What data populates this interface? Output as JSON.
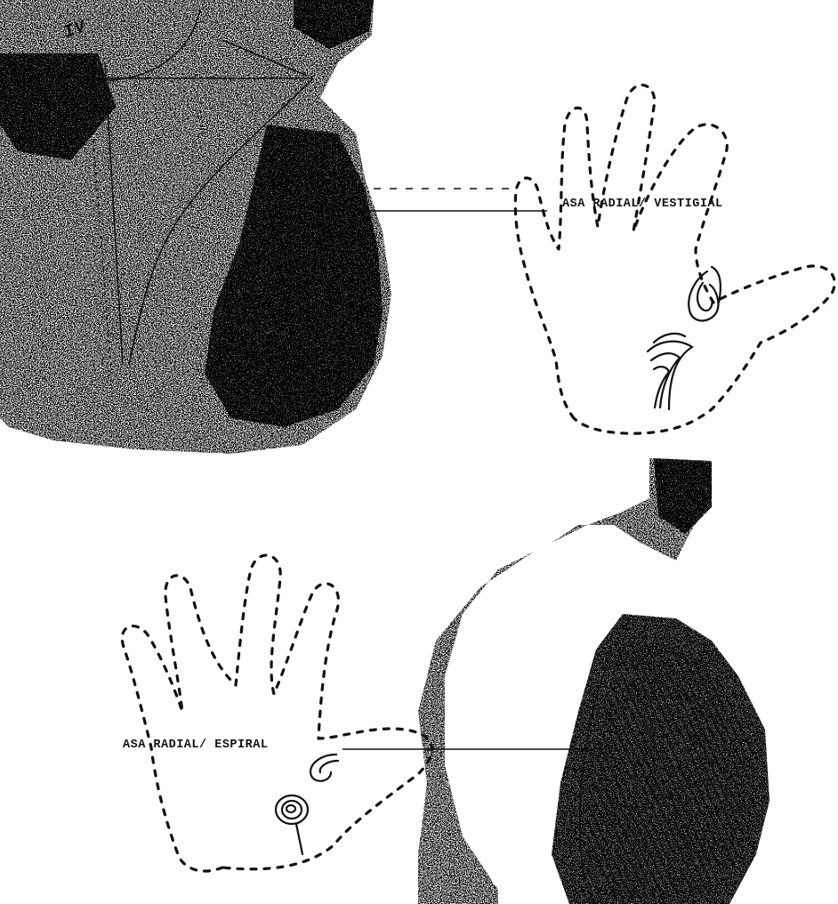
{
  "labels": {
    "upper": "ASA RADIAL/ VESTIGIAL",
    "lower": "ASA RADIAL/ ESPIRAL",
    "corner_mark": "IV"
  },
  "colors": {
    "ink": "#111111",
    "paper": "#ffffff"
  },
  "icons": {
    "upper_hand": "hand-outline-icon",
    "lower_hand": "hand-outline-icon",
    "loop_pattern": "radial-loop-icon",
    "whorl_pattern": "whorl-icon",
    "vestigial_pattern": "vestigial-ridge-icon"
  }
}
